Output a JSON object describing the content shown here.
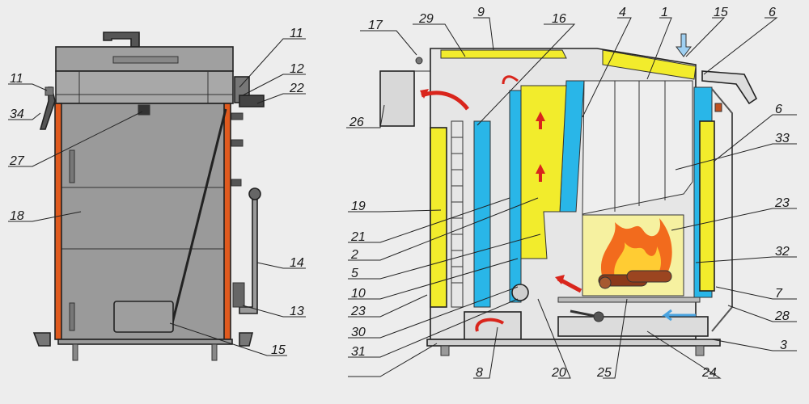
{
  "callouts_front": [
    "11",
    "12",
    "22",
    "11",
    "34",
    "27",
    "18",
    "14",
    "13",
    "15"
  ],
  "callouts_section": [
    "17",
    "29",
    "9",
    "16",
    "4",
    "1",
    "15",
    "6",
    "26",
    "6",
    "33",
    "19",
    "21",
    "23",
    "2",
    "32",
    "5",
    "10",
    "7",
    "23",
    "28",
    "30",
    "3",
    "31",
    "8",
    "20",
    "25",
    "24"
  ],
  "colors": {
    "background": "#ededed",
    "casing": "#9a9a9a",
    "casing_light": "#a8a8a8",
    "insulation": "#f2ec2c",
    "water_jacket": "#29b6e8",
    "side_panel": "#e05a1e",
    "firebox": "#ffffff",
    "flame_outer": "#f26b1d",
    "flame_inner": "#ffcc33",
    "logs": "#8b3a1a",
    "arrow_red": "#d9251c",
    "arrow_blue": "#4aa3df"
  },
  "icons": [
    "flame-icon",
    "flow-arrow-icon",
    "air-inlet-arrow-icon"
  ]
}
